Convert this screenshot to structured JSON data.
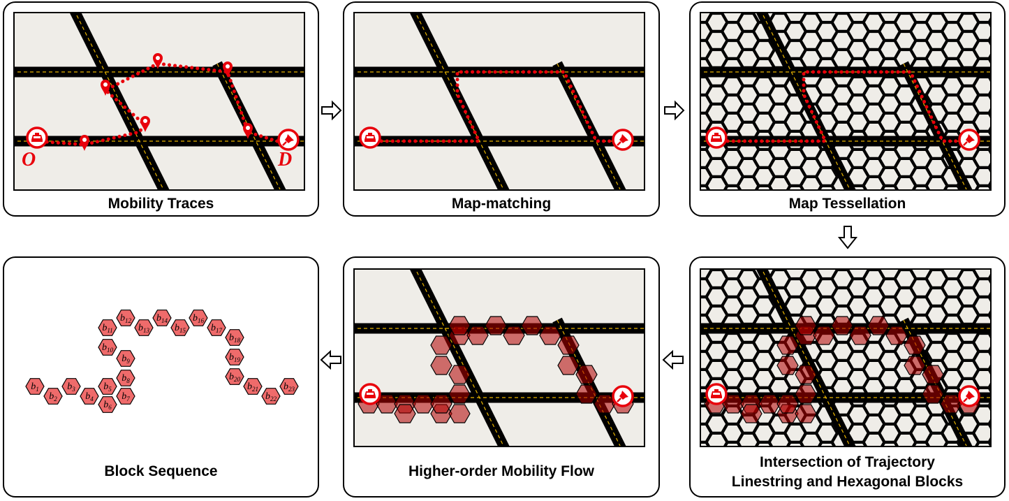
{
  "panels": {
    "mobility_traces": {
      "caption": "Mobility Traces",
      "origin_label": "O",
      "destination_label": "D"
    },
    "map_matching": {
      "caption": "Map-matching"
    },
    "map_tessellation": {
      "caption": "Map Tessellation"
    },
    "intersection": {
      "caption_line1": "Intersection of Trajectory",
      "caption_line2": "Linestring and Hexagonal Blocks"
    },
    "higher_order_flow": {
      "caption": "Higher-order Mobility Flow"
    },
    "block_sequence": {
      "caption": "Block Sequence",
      "blocks": [
        {
          "letter": "b",
          "sub": "1"
        },
        {
          "letter": "b",
          "sub": "2"
        },
        {
          "letter": "b",
          "sub": "3"
        },
        {
          "letter": "b",
          "sub": "4"
        },
        {
          "letter": "b",
          "sub": "5"
        },
        {
          "letter": "b",
          "sub": "6"
        },
        {
          "letter": "b",
          "sub": "7"
        },
        {
          "letter": "b",
          "sub": "8"
        },
        {
          "letter": "b",
          "sub": "9"
        },
        {
          "letter": "b",
          "sub": "10"
        },
        {
          "letter": "b",
          "sub": "11"
        },
        {
          "letter": "b",
          "sub": "12"
        },
        {
          "letter": "b",
          "sub": "13"
        },
        {
          "letter": "b",
          "sub": "14"
        },
        {
          "letter": "b",
          "sub": "15"
        },
        {
          "letter": "b",
          "sub": "16"
        },
        {
          "letter": "b",
          "sub": "17"
        },
        {
          "letter": "b",
          "sub": "18"
        },
        {
          "letter": "b",
          "sub": "19"
        },
        {
          "letter": "b",
          "sub": "20"
        },
        {
          "letter": "b",
          "sub": "21"
        },
        {
          "letter": "b",
          "sub": "22"
        },
        {
          "letter": "b",
          "sub": "23"
        }
      ]
    }
  },
  "colors": {
    "road": "#000000",
    "road_dash": "#e8b400",
    "map_bg": "#efede8",
    "trace": "#e8000b",
    "hex_fill": "#ef6b6b",
    "hex_dark": "#b00000"
  },
  "icons": {
    "origin": "taxi-icon",
    "destination": "pushpin-icon",
    "waypoint": "location-pin-icon",
    "flow_arrow": "hollow-arrow-icon"
  }
}
